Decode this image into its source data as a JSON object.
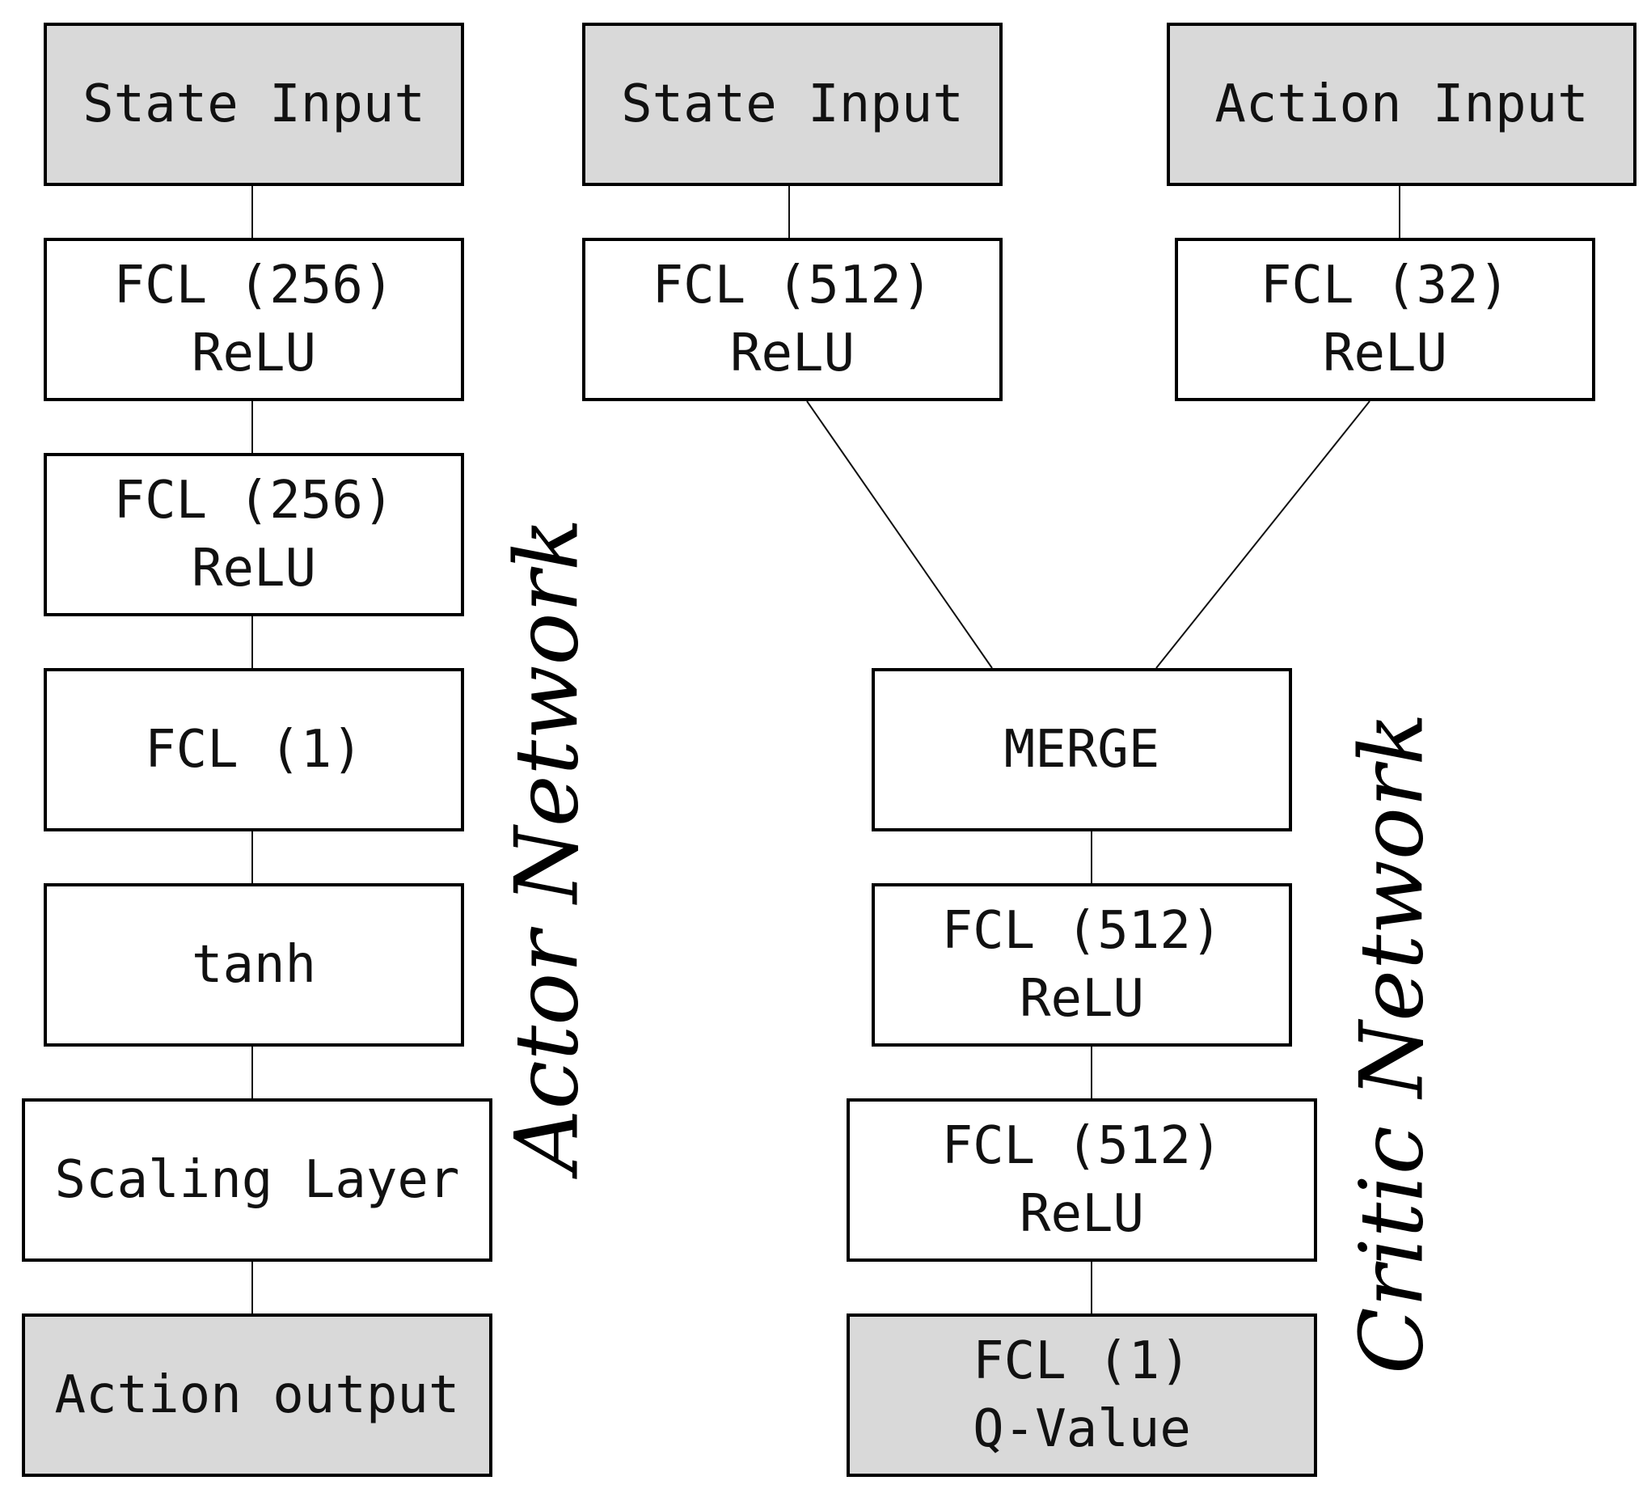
{
  "actor": {
    "label": "Actor Network",
    "nodes": {
      "state_input": "State Input",
      "fcl_1": "FCL (256)\nReLU",
      "fcl_2": "FCL (256)\nReLU",
      "fcl_3": "FCL (1)",
      "tanh": "tanh",
      "scaling": "Scaling Layer",
      "action_output": "Action output"
    }
  },
  "critic": {
    "label": "Critic Network",
    "nodes": {
      "state_input": "State Input",
      "action_input": "Action Input",
      "state_fcl": "FCL (512)\nReLU",
      "action_fcl": "FCL (32)\nReLU",
      "merge": "MERGE",
      "fcl_1": "FCL (512)\nReLU",
      "fcl_2": "FCL (512)\nReLU",
      "q_value": "FCL (1)\nQ-Value"
    }
  },
  "colors": {
    "io_fill": "#d9d9d9",
    "layer_fill": "#ffffff",
    "stroke": "#000000"
  }
}
